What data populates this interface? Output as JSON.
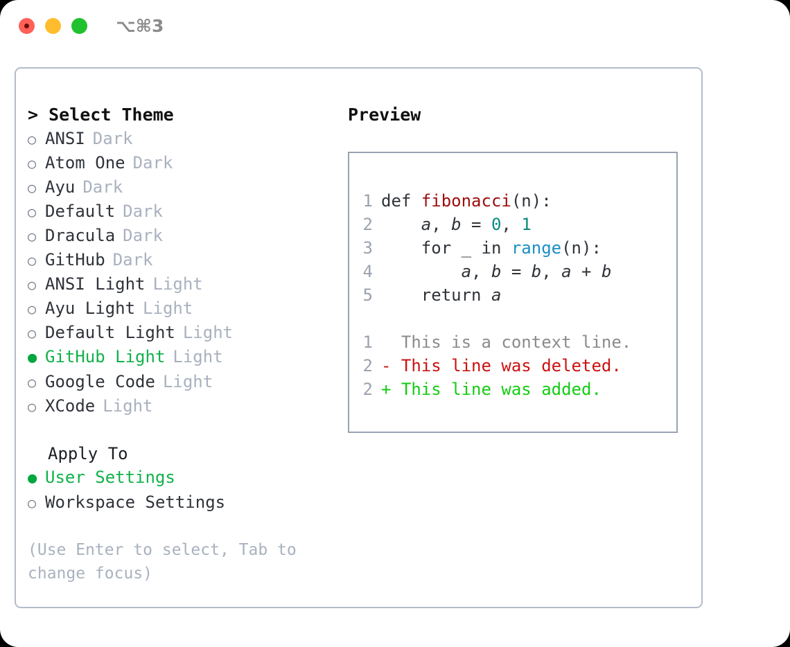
{
  "titlebar": {
    "shortcut": "⌥⌘3",
    "buttons": {
      "close": "close",
      "minimize": "minimize",
      "zoom": "zoom"
    }
  },
  "theme_picker": {
    "header": "> Select Theme",
    "caret": ">",
    "header_label": "Select Theme",
    "marker_selected": "●",
    "marker_unselected": "○",
    "selected_color": "#11b14a",
    "items": [
      {
        "label": "ANSI",
        "tag": "Dark",
        "selected": false
      },
      {
        "label": "Atom One",
        "tag": "Dark",
        "selected": false
      },
      {
        "label": "Ayu",
        "tag": "Dark",
        "selected": false
      },
      {
        "label": "Default",
        "tag": "Dark",
        "selected": false
      },
      {
        "label": "Dracula",
        "tag": "Dark",
        "selected": false
      },
      {
        "label": "GitHub",
        "tag": "Dark",
        "selected": false
      },
      {
        "label": "ANSI Light",
        "tag": "Light",
        "selected": false
      },
      {
        "label": "Ayu Light",
        "tag": "Light",
        "selected": false
      },
      {
        "label": "Default Light",
        "tag": "Light",
        "selected": false
      },
      {
        "label": "GitHub Light",
        "tag": "Light",
        "selected": true
      },
      {
        "label": "Google Code",
        "tag": "Light",
        "selected": false
      },
      {
        "label": "XCode",
        "tag": "Light",
        "selected": false
      }
    ]
  },
  "apply_to": {
    "header": "Apply To",
    "items": [
      {
        "label": "User Settings",
        "selected": true
      },
      {
        "label": "Workspace Settings",
        "selected": false
      }
    ]
  },
  "hint": "(Use Enter to select, Tab to change focus)",
  "preview": {
    "title": "Preview",
    "code_lines": [
      {
        "number": "1",
        "parts": [
          {
            "text": "def ",
            "kind": "plain"
          },
          {
            "text": "fibonacci",
            "kind": "fn"
          },
          {
            "text": "(n):",
            "kind": "plain"
          }
        ]
      },
      {
        "number": "2",
        "parts": [
          {
            "text": "    ",
            "kind": "plain"
          },
          {
            "text": "a",
            "kind": "var"
          },
          {
            "text": ", ",
            "kind": "plain"
          },
          {
            "text": "b",
            "kind": "var"
          },
          {
            "text": " = ",
            "kind": "plain"
          },
          {
            "text": "0",
            "kind": "num"
          },
          {
            "text": ", ",
            "kind": "plain"
          },
          {
            "text": "1",
            "kind": "num"
          }
        ]
      },
      {
        "number": "3",
        "parts": [
          {
            "text": "    for _ in ",
            "kind": "plain"
          },
          {
            "text": "range",
            "kind": "call"
          },
          {
            "text": "(n):",
            "kind": "plain"
          }
        ]
      },
      {
        "number": "4",
        "parts": [
          {
            "text": "        ",
            "kind": "plain"
          },
          {
            "text": "a",
            "kind": "var"
          },
          {
            "text": ", ",
            "kind": "plain"
          },
          {
            "text": "b",
            "kind": "var"
          },
          {
            "text": " = ",
            "kind": "plain"
          },
          {
            "text": "b",
            "kind": "var"
          },
          {
            "text": ", ",
            "kind": "plain"
          },
          {
            "text": "a",
            "kind": "var"
          },
          {
            "text": " + ",
            "kind": "plain"
          },
          {
            "text": "b",
            "kind": "var"
          }
        ]
      },
      {
        "number": "5",
        "parts": [
          {
            "text": "    return ",
            "kind": "plain"
          },
          {
            "text": "a",
            "kind": "var"
          }
        ]
      }
    ],
    "diff_lines": [
      {
        "number": "1",
        "sign": " ",
        "text": " This is a context line.",
        "kind": "ctx"
      },
      {
        "number": "2",
        "sign": "-",
        "text": " This line was deleted.",
        "kind": "del"
      },
      {
        "number": "2",
        "sign": "+",
        "text": " This line was added.",
        "kind": "add"
      }
    ]
  },
  "colors": {
    "panel_border": "#b3bcc9",
    "preview_border": "#97a2b2",
    "tag_gray": "#a9b1bf",
    "accent_green": "#11b14a",
    "diff_add": "#13cc13",
    "diff_del": "#cc1111",
    "syntax_fn": "#9c0d0d",
    "syntax_num": "#0b8a7d",
    "syntax_call": "#1a8ec4"
  }
}
